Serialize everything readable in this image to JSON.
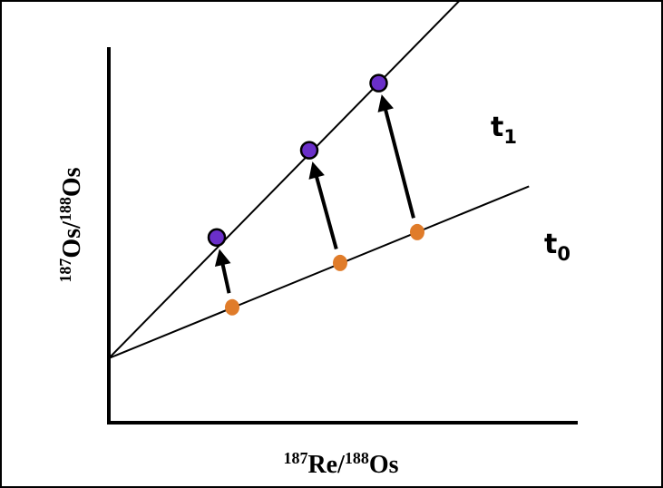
{
  "labels": {
    "y_axis": {
      "sup1": "187",
      "base1": "Os/",
      "sup2": "188",
      "base2": "Os"
    },
    "x_axis": {
      "sup1": "187",
      "base1": "Re/",
      "sup2": "188",
      "base2": "Os"
    },
    "line_t1": {
      "base": "t",
      "sub": "1"
    },
    "line_t0": {
      "base": "t",
      "sub": "0"
    }
  },
  "colors": {
    "initial_point": "#e07c2a",
    "final_point": "#6a2fc9",
    "axes": "#000000",
    "frame": "#000000"
  },
  "chart_data": {
    "type": "scatter",
    "xlabel": "187Re/188Os",
    "ylabel": "187Os/188Os",
    "series": [
      {
        "name": "t0",
        "x": [
          0,
          1.6,
          3.0,
          4.0
        ],
        "y": [
          0,
          0.38,
          0.71,
          0.94
        ]
      },
      {
        "name": "t1",
        "x": [
          0,
          1.4,
          2.6,
          3.5
        ],
        "y": [
          0,
          0.9,
          1.55,
          2.05
        ]
      }
    ],
    "arrows": [
      {
        "from": [
          1.6,
          0.38
        ],
        "to": [
          1.4,
          0.9
        ]
      },
      {
        "from": [
          3.0,
          0.71
        ],
        "to": [
          2.6,
          1.55
        ]
      },
      {
        "from": [
          4.0,
          0.94
        ],
        "to": [
          3.5,
          2.05
        ]
      }
    ]
  }
}
